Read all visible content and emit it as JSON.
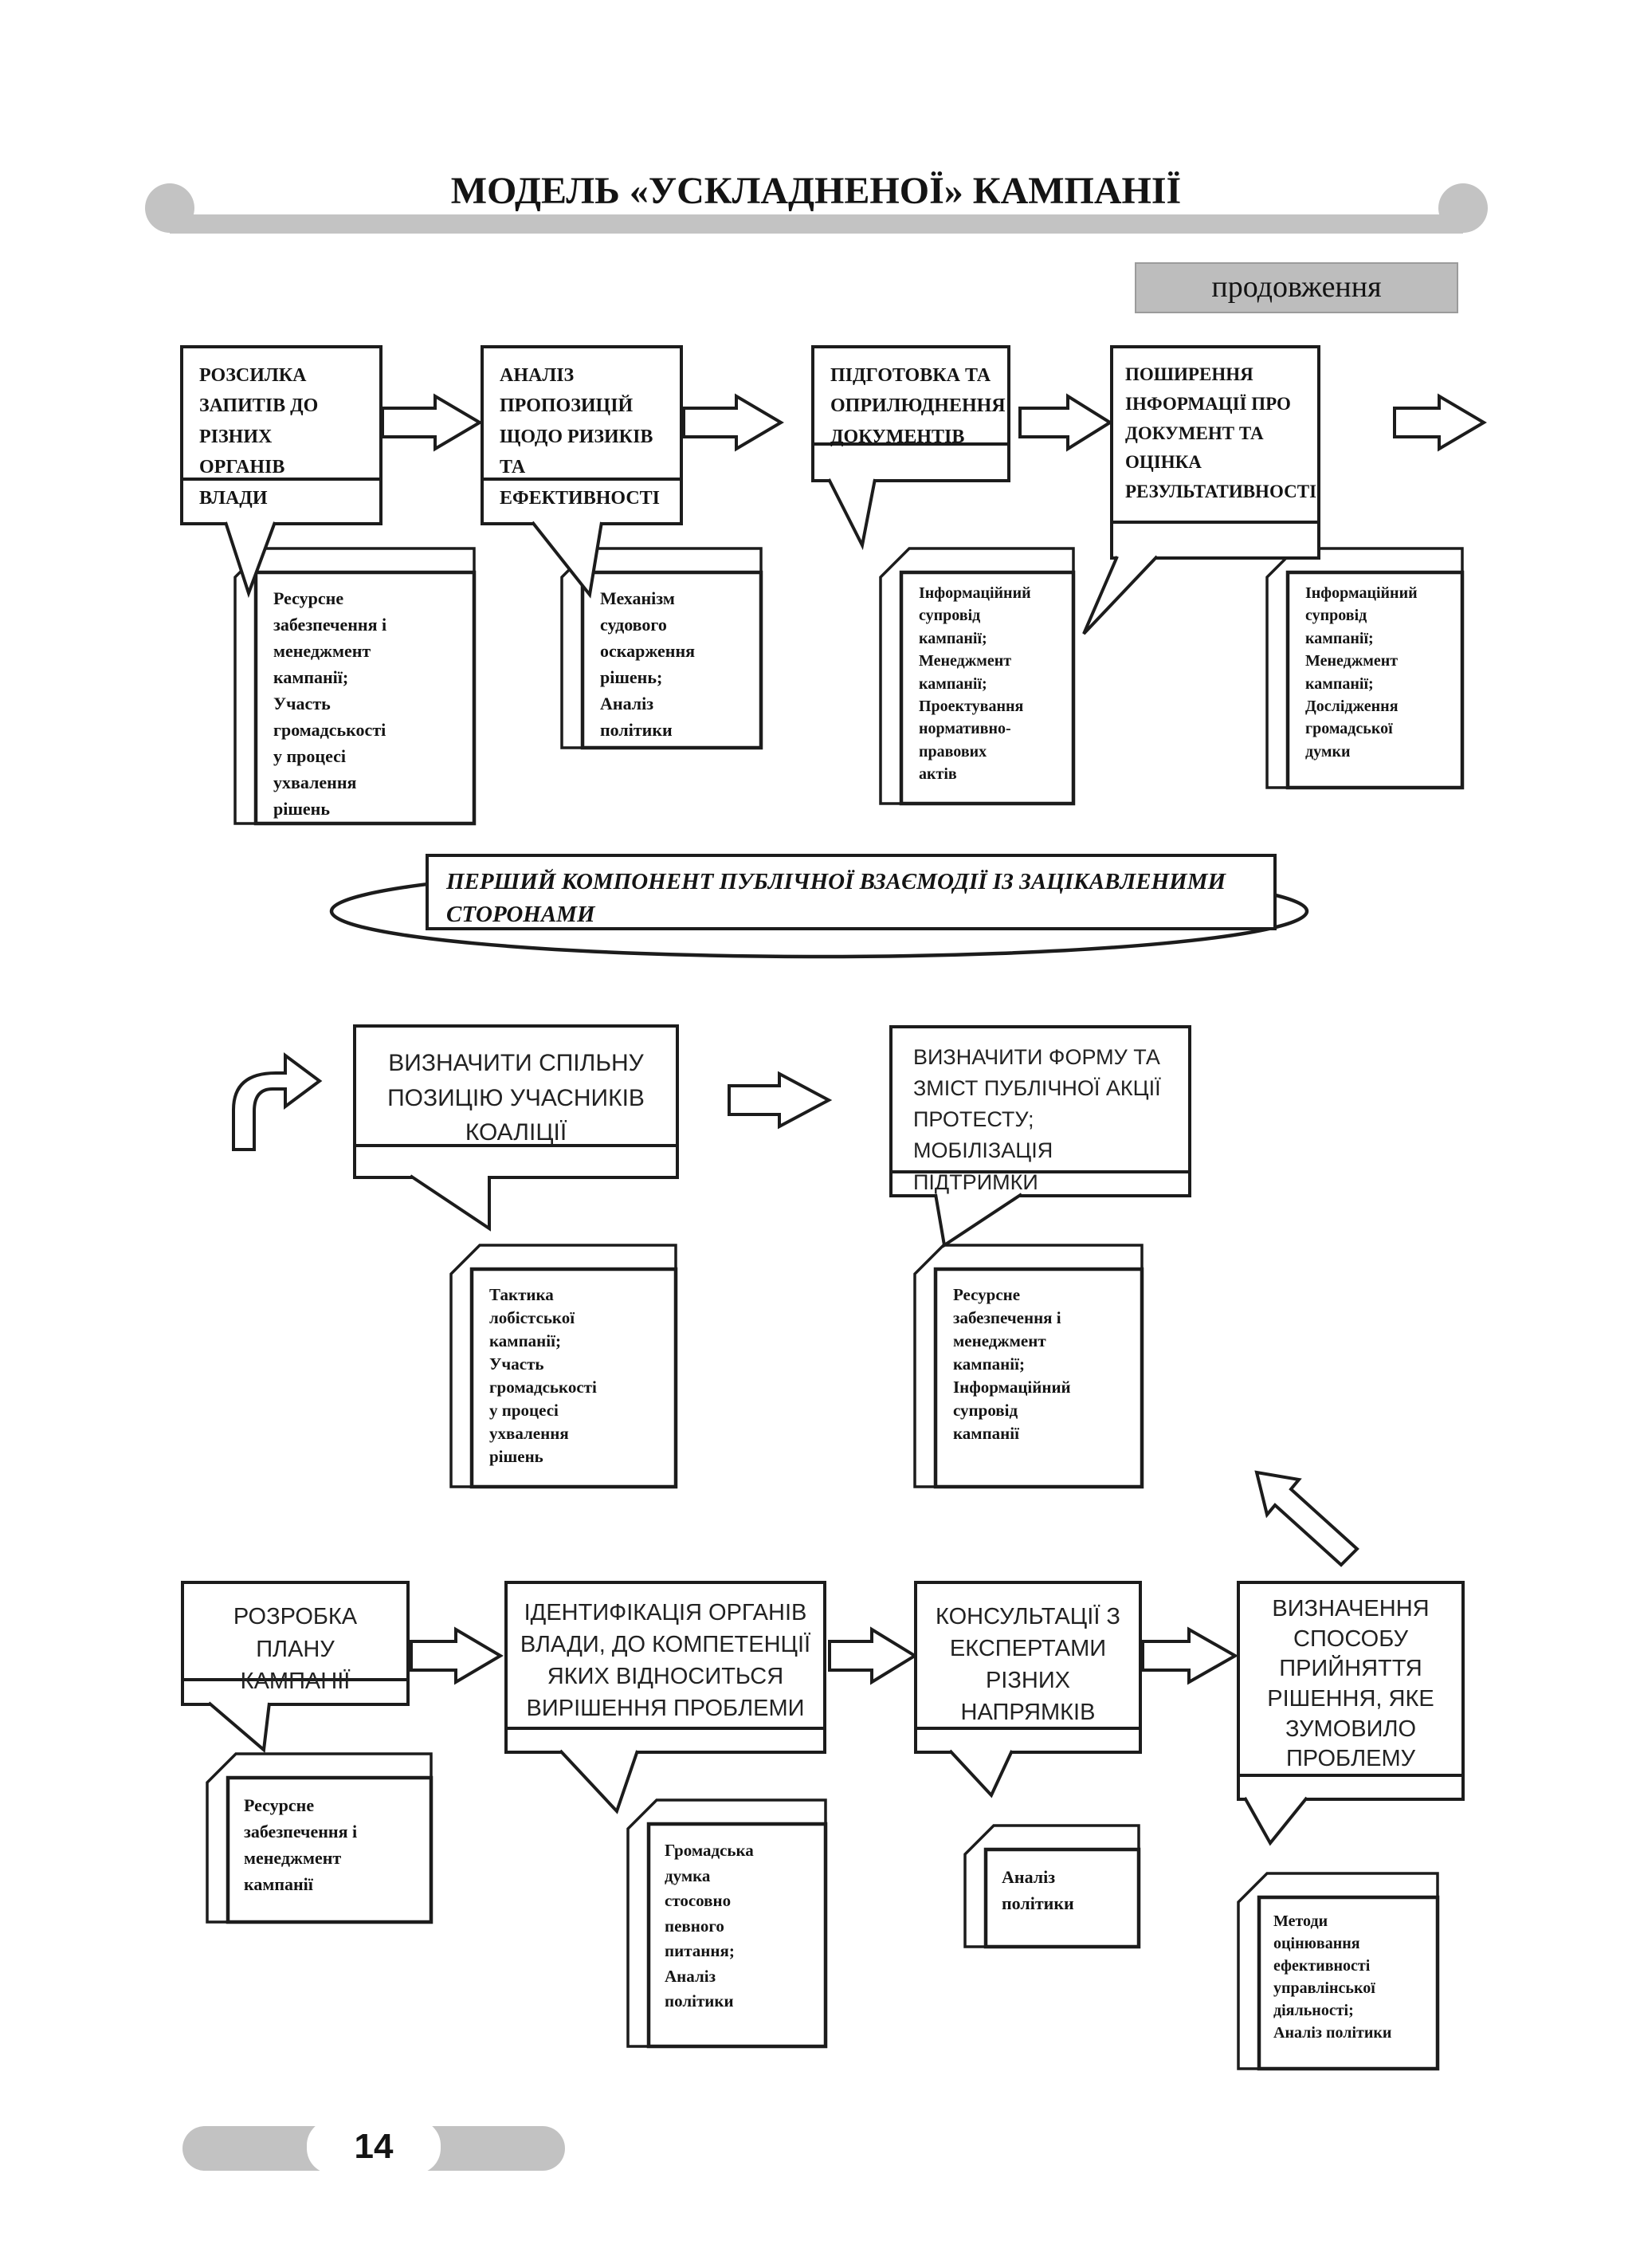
{
  "header": {
    "title": "МОДЕЛЬ «УСКЛАДНЕНОЇ» КАМПАНІЇ",
    "continuation_label": "продовження"
  },
  "colors": {
    "header_gray": "#c3c3c3",
    "badge_gray": "#bdbdbd",
    "line": "#1c1c1c"
  },
  "top_row": {
    "boxes": [
      {
        "label": "РОЗСИЛКА\nЗАПИТІВ ДО\nРІЗНИХ\nОРГАНІВ\nВЛАДИ"
      },
      {
        "label": "АНАЛІЗ\nПРОПОЗИЦІЙ\nЩОДО РИЗИКІВ\nТА\nЕФЕКТИВНОСТІ"
      },
      {
        "label": "ПІДГОТОВКА ТА\nОПРИЛЮДНЕННЯ\nДОКУМЕНТІВ"
      },
      {
        "label": "ПОШИРЕННЯ\nІНФОРМАЦІЇ ПРО\nДОКУМЕНТ ТА\nОЦІНКА\nРЕЗУЛЬТАТИВНОСТІ"
      }
    ],
    "cards": [
      {
        "text": "Ресурсне\nзабезпечення і\nменеджмент\nкампанії;\nУчасть\nгромадськості\nу процесі\nухвалення\nрішень"
      },
      {
        "text": "Механізм\nсудового\nоскарження\nрішень;\nАналіз\nполітики"
      },
      {
        "text": "Інформаційний\nсупровід\nкампанії;\nМенеджмент\nкампанії;\nПроектування\nнормативно-\nправових\nактів"
      },
      {
        "text": "Інформаційний\nсупровід\nкампанії;\nМенеджмент\nкампанії;\nДослідження\nгромадської\nдумки"
      }
    ]
  },
  "banner": {
    "text": "ПЕРШИЙ КОМПОНЕНТ ПУБЛІЧНОЇ ВЗАЄМОДІЇ ІЗ ЗАЦІКАВЛЕНИМИ\nСТОРОНАМИ"
  },
  "middle_row": {
    "boxes": [
      {
        "label": "ВИЗНАЧИТИ СПІЛЬНУ\nПОЗИЦІЮ УЧАСНИКІВ\nКОАЛІЦІЇ"
      },
      {
        "label": "ВИЗНАЧИТИ ФОРМУ ТА\nЗМІСТ ПУБЛІЧНОЇ АКЦІЇ\nПРОТЕСТУ;\nМОБІЛІЗАЦІЯ\nПІДТРИМКИ"
      }
    ],
    "cards": [
      {
        "text": "Тактика\nлобістської\nкампанії;\nУчасть\nгромадськості\nу процесі\nухвалення\nрішень"
      },
      {
        "text": "Ресурсне\nзабезпечення і\nменеджмент\nкампанії;\nІнформаційний\nсупровід\nкампанії"
      }
    ]
  },
  "bottom_row": {
    "boxes": [
      {
        "label": "РОЗРОБКА\nПЛАНУ\nКАМПАНІЇ"
      },
      {
        "label": "ІДЕНТИФІКАЦІЯ ОРГАНІВ\nВЛАДИ, ДО КОМПЕТЕНЦІЇ\nЯКИХ ВІДНОСИТЬСЯ\nВИРІШЕННЯ ПРОБЛЕМИ"
      },
      {
        "label": "КОНСУЛЬТАЦІЇ З\nЕКСПЕРТАМИ\nРІЗНИХ\nНАПРЯМКІВ"
      },
      {
        "label": "ВИЗНАЧЕННЯ\nСПОСОБУ\nПРИЙНЯТТЯ\nРІШЕННЯ, ЯКЕ\nЗУМОВИЛО\nПРОБЛЕМУ"
      }
    ],
    "cards": [
      {
        "text": "Ресурсне\nзабезпечення і\nменеджмент\nкампанії"
      },
      {
        "text": "Громадська\nдумка\nстосовно\nпевного\nпитання;\nАналіз\nполітики"
      },
      {
        "text": "Аналіз\nполітики"
      },
      {
        "text": "Методи\nоцінювання\nефективності\nуправлінської\nдіяльності;\nАналіз політики"
      }
    ]
  },
  "footer": {
    "page_number": "14"
  }
}
